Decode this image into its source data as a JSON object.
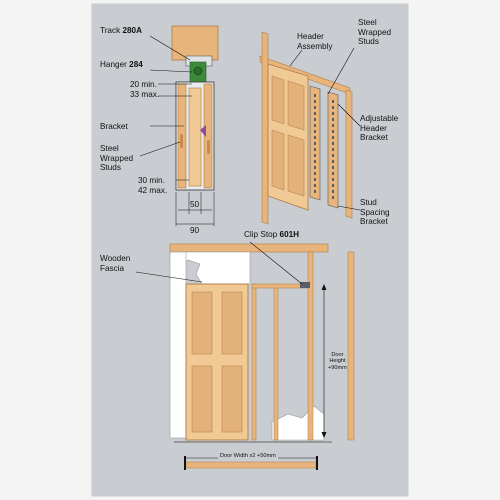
{
  "top_left": {
    "track_label": "Track",
    "track_code": "280A",
    "hanger_label": "Hanger",
    "hanger_code": "284",
    "clearance_min": "20 min.",
    "clearance_max": "33 max.",
    "bracket_label": "Bracket",
    "studs_label": [
      "Steel",
      "Wrapped",
      "Studs"
    ],
    "gap_min": "30 min.",
    "gap_max": "42 max.",
    "dim_50": "50",
    "dim_90": "90"
  },
  "top_right": {
    "header_label": [
      "Header",
      "Assembly"
    ],
    "steel_studs_label": [
      "Steel",
      "Wrapped",
      "Studs"
    ],
    "adj_label": [
      "Adjustable",
      "Header",
      "Bracket"
    ],
    "stud_spacing_label": [
      "Stud",
      "Spacing",
      "Bracket"
    ]
  },
  "bottom": {
    "fascia_label": [
      "Wooden",
      "Fascia"
    ],
    "clip_label": "Clip Stop",
    "clip_code": "601H",
    "door_height_label": [
      "Door",
      "Height",
      "+90mm"
    ],
    "door_width_label": "Door Width x2 +50mm"
  },
  "colors": {
    "sheet": "#c9cdd2",
    "timber": "#e7b57c",
    "timber_dark": "#c98b4e",
    "door": "#f0c995",
    "door_panel": "#e3b27a",
    "wall": "#ffffff",
    "hanger": "#3c8a3c",
    "bracket": "#8a4ba0",
    "steel": "#5a5f66"
  }
}
